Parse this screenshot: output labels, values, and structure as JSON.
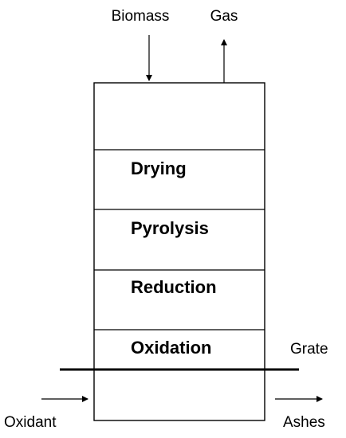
{
  "labels": {
    "biomass": "Biomass",
    "gas": "Gas",
    "grate": "Grate",
    "oxidant": "Oxidant",
    "ashes": "Ashes"
  },
  "zones": [
    {
      "label": "Drying"
    },
    {
      "label": "Pyrolysis"
    },
    {
      "label": "Reduction"
    },
    {
      "label": "Oxidation"
    }
  ],
  "colors": {
    "stroke": "#000000",
    "background": "#ffffff"
  }
}
